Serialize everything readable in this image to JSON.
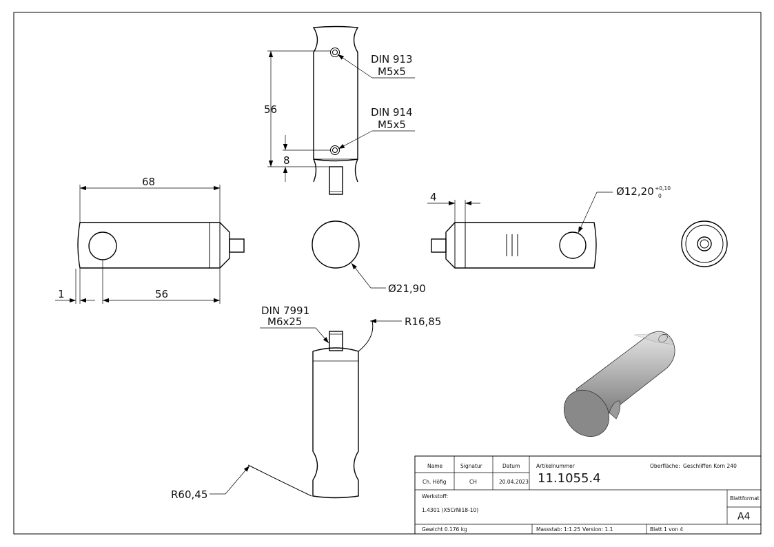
{
  "views": {
    "top": {
      "callout_1_line1": "DIN 913",
      "callout_1_line2": "M5x5",
      "callout_2_line1": "DIN 914",
      "callout_2_line2": "M5x5",
      "dim_length": "56",
      "dim_offset": "8"
    },
    "left": {
      "dim_length": "68",
      "dim_hole": "56",
      "dim_edge": "1"
    },
    "middle": {
      "dim_diameter": "Ø21,90"
    },
    "right": {
      "dim_chamfer": "4",
      "dim_bore": "Ø12,20",
      "tol_upper": "+0,10",
      "tol_lower": "0"
    },
    "bottom": {
      "callout_line1": "DIN 7991",
      "callout_line2": "M6x25",
      "radius_top": "R16,85",
      "radius_side": "R60,45"
    }
  },
  "title_block": {
    "col_name": "Name",
    "col_signatur": "Signatur",
    "col_datum": "Datum",
    "name_value": "Ch. Höfig",
    "signatur_value": "CH",
    "datum_value": "20.04.2023",
    "artikel_label": "Artikelnummer",
    "artikel_value": "11.1055.4",
    "oberflaeche_label": "Oberfläche:",
    "oberflaeche_value": "Geschliffen Korn 240",
    "werkstoff_label": "Werkstoff:",
    "werkstoff_value": "1.4301 (X5CrNi18-10)",
    "blattformat_label": "Blattformat",
    "blattformat_value": "A4",
    "gewicht": "Gewicht 0.176 kg",
    "massstab": "Massstab: 1:1.25",
    "version": "Version: 1.1",
    "blatt": "Blatt 1 von 4"
  }
}
